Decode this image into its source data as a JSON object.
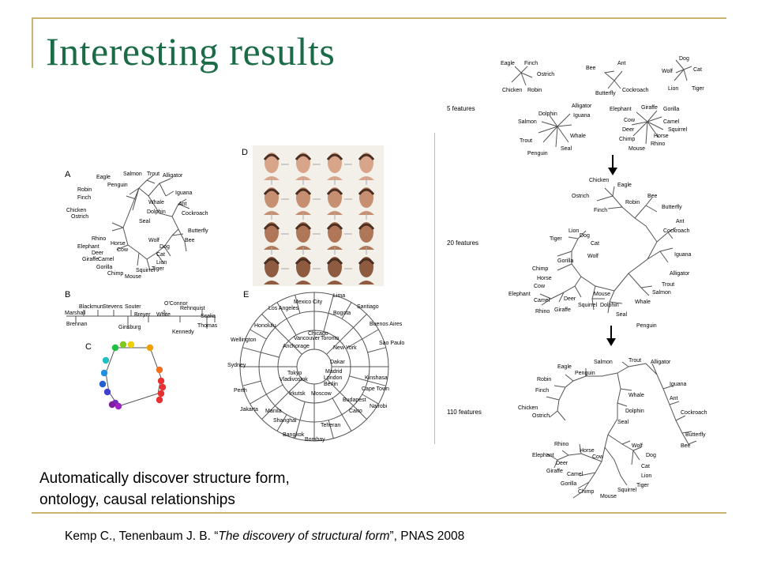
{
  "slide": {
    "title": "Interesting results",
    "caption_line1": "Automatically discover structure form,",
    "caption_line2": "ontology, causal relationships",
    "citation_prefix": "Kemp C., Tenenbaum  J. B. “",
    "citation_title": "The discovery of structural form",
    "citation_suffix": "”, PNAS 2008"
  },
  "left_figure": {
    "panel_a": {
      "letter": "A",
      "nodes": [
        "Eagle",
        "Penguin",
        "Salmon",
        "Trout",
        "Alligator",
        "Robin",
        "Finch",
        "Iguana",
        "Chicken",
        "Ostrich",
        "Whale",
        "Dolphin",
        "Ant",
        "Seal",
        "Cockroach",
        "Rhino",
        "Horse",
        "Wolf",
        "Dog",
        "Elephant",
        "Deer",
        "Cow",
        "Butterfly",
        "Bee",
        "Giraffe",
        "Camel",
        "Cat",
        "Lion",
        "Gorilla",
        "Chimp",
        "Mouse",
        "Squirrel",
        "Tiger"
      ]
    },
    "panel_b": {
      "letter": "B",
      "nodes": [
        "Blackmun",
        "Stevens",
        "Souter",
        "O'Connor",
        "Rehnquist",
        "Marshall",
        "Breyer",
        "White",
        "Scalia",
        "Brennan",
        "Ginsburg",
        "Kennedy",
        "Thomas"
      ]
    },
    "panel_c": {
      "letter": "C",
      "dot_colors": [
        "#e83030",
        "#e83030",
        "#e83030",
        "#e83030",
        "#f07020",
        "#f0a000",
        "#f0d000",
        "#80c820",
        "#20c040",
        "#20c0c0",
        "#2090e0",
        "#2060d0",
        "#4040d0",
        "#7030c0",
        "#a020c0",
        "#8020a0"
      ]
    },
    "panel_d": {
      "letter": "D"
    },
    "panel_e": {
      "letter": "E",
      "cities": [
        "Mexico City",
        "Lima",
        "Los Angeles",
        "Bogota",
        "Santiago",
        "Honolulu",
        "Chicago",
        "Vancouver",
        "Toronto",
        "Buenos Aires",
        "Wellington",
        "Anchorage",
        "New York",
        "Sao Paulo",
        "Dakar",
        "Sydney",
        "Tokyo",
        "Madrid",
        "Kinshasa",
        "Vladivostok",
        "London",
        "Perth",
        "Berlin",
        "Cape Town",
        "Irkutsk",
        "Moscow",
        "Budapest",
        "Jakarta",
        "Manila",
        "Cairo",
        "Nairobi",
        "Shanghai",
        "Teheran",
        "Bangkok",
        "Bombay"
      ]
    }
  },
  "right_figure": {
    "arrow_icon": "down-arrow-icon",
    "stage_5": {
      "label": "5 features",
      "nodes": [
        "Eagle",
        "Finch",
        "Bee",
        "Ant",
        "Dog",
        "Ostrich",
        "Wolf",
        "Cat",
        "Chicken",
        "Robin",
        "Butterfly",
        "Cockroach",
        "Lion",
        "Tiger",
        "Alligator",
        "Elephant",
        "Giraffe",
        "Gorilla",
        "Dolphin",
        "Iguana",
        "Cow",
        "Camel",
        "Salmon",
        "Deer",
        "Squirrel",
        "Whale",
        "Horse",
        "Trout",
        "Chimp",
        "Rhino",
        "Seal",
        "Mouse",
        "Penguin"
      ]
    },
    "stage_20": {
      "label": "20 features",
      "nodes": [
        "Chicken",
        "Eagle",
        "Ostrich",
        "Bee",
        "Robin",
        "Finch",
        "Butterfly",
        "Ant",
        "Lion",
        "Cockroach",
        "Tiger",
        "Dog",
        "Cat",
        "Wolf",
        "Gorilla",
        "Iguana",
        "Chimp",
        "Alligator",
        "Horse",
        "Trout",
        "Cow",
        "Mouse",
        "Salmon",
        "Elephant",
        "Camel",
        "Deer",
        "Squirrel",
        "Dolphin",
        "Whale",
        "Rhino",
        "Giraffe",
        "Seal",
        "Penguin"
      ]
    },
    "stage_110": {
      "label": "110 features",
      "nodes": [
        "Salmon",
        "Trout",
        "Alligator",
        "Eagle",
        "Penguin",
        "Iguana",
        "Robin",
        "Finch",
        "Whale",
        "Ant",
        "Chicken",
        "Ostrich",
        "Dolphin",
        "Cockroach",
        "Seal",
        "Butterfly",
        "Bee",
        "Rhino",
        "Horse",
        "Wolf",
        "Elephant",
        "Cow",
        "Dog",
        "Deer",
        "Cat",
        "Giraffe",
        "Camel",
        "Lion",
        "Gorilla",
        "Squirrel",
        "Tiger",
        "Chimp",
        "Mouse"
      ]
    }
  }
}
